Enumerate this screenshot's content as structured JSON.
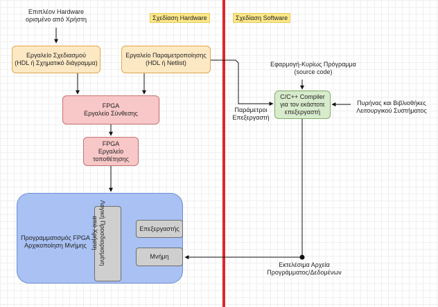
{
  "headers": {
    "hardware": "Σχεδίαση Hardware",
    "software": "Σχεδίαση Software"
  },
  "top_note": [
    "Επιπλέον Hardware",
    "ορισμένο από Χρήστη"
  ],
  "design_tool": [
    "Εργαλείο Σχεδιασμού",
    "(HDL ή Σχηματικό διάγραμμα)"
  ],
  "param_tool": [
    "Εργαλείο Παραμετροποίησης",
    "(HDL ή Netlist)"
  ],
  "synthesis": [
    "FPGA",
    "Εργαλείο Σύνθεσης"
  ],
  "placement": [
    "FPGA",
    "Εργαλείο",
    "τοποθέτησης"
  ],
  "fpga_program": [
    "Προγραμματισμός FPGA",
    "Αρχικοποίηση Μνήμης"
  ],
  "user_logic": [
    "Λογική Προσδιορισμένη",
    "από Χρήστη"
  ],
  "processor": "Επεξεργαστής",
  "memory": "Μνήμη",
  "app_label": [
    "Εφαρμογή-Κυρίως Πρόγραμμα",
    "(source code)"
  ],
  "compiler": [
    "C/C++ Compiler",
    "για τον εκάστοτε",
    "επεξεργαστή"
  ],
  "kernel": [
    "Πυρήνας και Βιβλιοθήκες",
    "Λειτουργικού Συστήματος"
  ],
  "proc_params": [
    "Παράμετροι",
    "Επεξεργαστή"
  ],
  "executables": [
    "Εκτελέσιμα Αρχεία",
    "Προγράμματος/Δεδομένων"
  ],
  "colors": {
    "divider": "#e0262b",
    "orange": "#fde8c4",
    "pink": "#f8c7c7",
    "green": "#d8eccd",
    "blue": "#a9c1f3",
    "gray": "#cfcfcf",
    "header": "#fde88a"
  }
}
